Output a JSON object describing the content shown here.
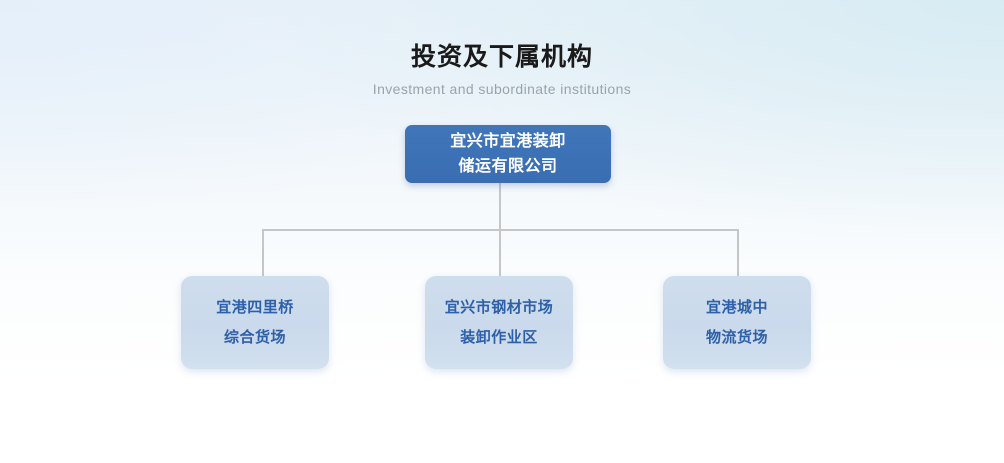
{
  "header": {
    "title": "投资及下属机构",
    "subtitle": "Investment and subordinate institutions"
  },
  "colors": {
    "root_node_bg": "#3a6db2",
    "root_node_text": "#ffffff",
    "child_node_bg": "#cdddee",
    "child_node_text": "#2e60a9",
    "connector_line": "#c6c6c6",
    "title_text": "#1a1a1a",
    "subtitle_text": "#9aa3ab",
    "background_top": "#eaf2f8",
    "background_bottom": "#ffffff"
  },
  "org_chart": {
    "root": {
      "label": "宜兴市宜港装卸储运有限公司",
      "lines": [
        "宜兴市宜港装卸",
        "储运有限公司"
      ]
    },
    "children": [
      {
        "label": "宜港四里桥综合货场",
        "lines": [
          "宜港四里桥",
          "综合货场"
        ]
      },
      {
        "label": "宜兴市钢材市场装卸作业区",
        "lines": [
          "宜兴市钢材市场",
          "装卸作业区"
        ]
      },
      {
        "label": "宜港城中物流货场",
        "lines": [
          "宜港城中",
          "物流货场"
        ]
      }
    ]
  }
}
